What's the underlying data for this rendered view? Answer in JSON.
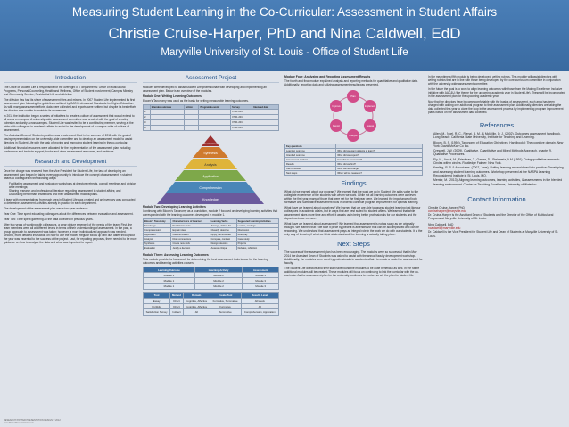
{
  "header": {
    "title": "Measuring Student Learning in the Co-Curricular: Assessment in Student Affairs",
    "authors": "Christie Cruise-Harper, PhD and Nina Caldwell, EdD",
    "affiliation": "Maryville University of St. Louis  - Office of Student Life"
  },
  "intro": {
    "heading": "Introduction",
    "p1": "The Office of Student Life is responsible for the oversight of 7 departments: Office of Multicultural Programs, Personal Counseling, Health and Wellness, Office of Student Involvement, Campus Ministry and Community Service, Residential Life and Athletics.",
    "p2": "The division has had its share of assessment tries and misses. In 2007 Student Life implemented its first assessment plan following the guidelines outlined by CAS Professional Standards for Higher Education. As with many assessment efforts, data were collected and reports were written, but despite its best efforts the division was unable to maintain its momentum.",
    "p3": "In 2011 the institution began a series of initiatives to create a culture of assessment that would extend to all areas on campus. A university-wide assessment committee was created with the goal of creating cohesion and unity across campus. Student Life was invited to be a contributing member, serving at the table with colleagues in academic affairs to assist in the development of a campus-wide of culture of assessment.",
    "p4": "The Assistant Dean of Students position was created and filled in the summer of 2011 with the goal of having representation on the university-wide committee and to develop an assessment model to assist directors in Student Life with the task of proving and improving student learning in the co-curricular.",
    "p5": "Additional financial resources were allocated for the implementation of the assessment plan including conference and institute support, books and other assessment resources, and webinars."
  },
  "research": {
    "heading": "Research and Development",
    "p1": "Once the charge was received from the Vice President for Student Life, the task of developing an assessment plan began by taking every opportunity to introduce the concept of assessment in student affairs to colleagues in the following ways:",
    "bullets": [
      "Facilitating assessment and evaluation workshops at directors retreats, council meetings and division wide meetings;",
      "Sharing research and professional literature regarding assessment in student affairs; and",
      "Discussing benchmark institutions and their assessment models/plans."
    ],
    "p2": "A team with representatives from each area in Student Life was created and an inventory was conducted to determine assessment activities already in practice in each department.",
    "p3": "The development of the assessment plan was a two year endeavor.",
    "p4": "Year One: Time spent educating colleagues about the differences between evaluation and assessment.",
    "p5": "Year Two: Time spent gathering all the data collected in previous years.",
    "p6": "After two years of working with colleagues, a clear picture emerged of the needs of the team. First, the team members were all at different levels in terms of their understanding of assessment. In the past, a group approach to assessment was taken; however, a more individualized approach was needed. Second, more detailed instruction on how to use the model. Regular follow up with due dates throughout the year was essential to the success of the project. Last, for reporting purposes, there needed to be more guidance on how to analyze the data and what was important to report."
  },
  "assessment": {
    "heading": "Assessment Project",
    "p1": "Modules were developed to assist Student Life professionals with developing and implementing an assessment plan. Below is an overview of the modules.",
    "m1_head": "Module One: Writing Learning Outcomes",
    "m1_text": "Bloom's Taxonomy was used as the basis for writing measurable learning outcomes.",
    "t1_headers": [
      "",
      "Intended outcome",
      "Action",
      "Program & event",
      "Survey",
      "Intended date"
    ],
    "t1_rows": [
      [
        "1.",
        "",
        "",
        "",
        "07.01.2013",
        ""
      ],
      [
        "2.",
        "",
        "",
        "",
        "07.01.2013",
        ""
      ],
      [
        "3.",
        "",
        "",
        "",
        "07.01.2013",
        ""
      ],
      [
        "4.",
        "",
        "",
        "",
        "07.01.2013",
        ""
      ]
    ],
    "pyramid_levels": [
      "Evaluation",
      "Synthesis",
      "Analysis",
      "Application",
      "Comprehension",
      "Knowledge"
    ],
    "m2_head": "Module Two: Developing Learning Activities",
    "m2_text": "Continuing with Bloom's Taxonomy as a foundation, module 2 focused on developing learning activities that corresponded with the learning outcomes developed in module 1.",
    "t2_headers": [
      "Bloom's Taxonomy",
      "Characteristics of Learners",
      "Learning Verbs",
      "Suggested Learning Activities"
    ],
    "t2_rows": [
      [
        "Knowledge",
        "Recall basic facts",
        "Arrange, define, list",
        "Lecture, readings"
      ],
      [
        "Comprehension",
        "Explain ideas",
        "Classify, describe",
        "Discussion"
      ],
      [
        "Application",
        "Use information",
        "Apply, demonstrate",
        "Role play"
      ],
      [
        "Analysis",
        "Draw connections",
        "Compare, contrast",
        "Case study"
      ],
      [
        "Synthesis",
        "Create new work",
        "Design, develop",
        "Projects"
      ],
      [
        "Evaluation",
        "Justify a decision",
        "Assess, critique",
        "Debates, reflection"
      ]
    ],
    "m3_head": "Module Three: Assessing Learning Outcomes",
    "m3_text": "This module provided a framework for determining the best assessment tools to use for the learning outcomes and learning activities chosen.",
    "t3_headers": [
      "Learning Outcome",
      "Learning Activity",
      "Assessment"
    ],
    "t3_rows": [
      [
        "Module 1",
        "Module 2",
        "Module 3"
      ],
      [
        "Module 1",
        "Module 2",
        "Module 3"
      ],
      [
        "Module 1",
        "Module 2",
        "Module 3"
      ]
    ],
    "t4_headers": [
      "Tool",
      "Method",
      "Domain",
      "Create Tool",
      "Results Level"
    ],
    "t4_rows": [
      [
        "Essay",
        "Direct",
        "Cognitive, Affective",
        "Formative, Summative",
        "All levels"
      ],
      [
        "Portfolio",
        "Direct",
        "Cognitive, Affective",
        "Formative",
        "All"
      ],
      [
        "Satisfaction Survey",
        "Indirect",
        "All",
        "Summative",
        "Comprehension, Application"
      ]
    ]
  },
  "module_four": {
    "heading": "Module Four: Analyzing and Reporting Assessment Results",
    "text": "The fourth and final module explained analysis and reporting methods for quantitative and qualitative data. Additionally, reporting data and utilizing assessment results was presented.",
    "cycle_labels": [
      "Plan",
      "Implement",
      "Assess",
      "Analyze",
      "Report",
      "Improve"
    ],
    "t5_headers": [
      "Key questions",
      ""
    ],
    "t5_rows": [
      [
        "Learning outcome",
        "What did we want students to learn?"
      ],
      [
        "Intended outcome",
        "What did we expect?"
      ],
      [
        "Assessment method",
        "How did we measure it?"
      ],
      [
        "Results",
        "What did we find?"
      ],
      [
        "Use of results",
        "What will we change?"
      ],
      [
        "Next steps",
        "When will we reassess?"
      ]
    ]
  },
  "findings": {
    "heading": "Findings",
    "p1": "What did we learned about our program? We learned that the work we do in Student Life adds value to the collegiate experience of the students with whom we work. While not all learning outcomes were achieved within the first year, many of those that were set for the first year were. We learned the importance of both formative and summative assessment tools in order to continue program improvement for optimal learning.",
    "p2": "What have we learned about ourselves? We learned that we are able to assess student learning just like our colleagues in academic affairs, but in ways that are best suited for student affairs. We learned that while assessment takes more time and effort, it assists us in being better professionals for our students and the departments we oversee.",
    "p3": "What have we learned about assessment? We learned that assessment is not as scary as we originally thought. We learned that if we take it piece by piece it is an endeavor that can be accomplished and can be rewarding. We understand that assessment plays an integral role in the work we do with our students. It is the only way of knowing if what we think students should be learning is actually taking place."
  },
  "next_steps": {
    "heading": "Next Steps",
    "p1": "The success of the assessment plan has been encouraging. The modules were so successful that in May 2014 the Assistant Dean of Students was asked to assist with the annual faculty development workshop. Additionally, the modules were used by professionals in academic affairs to create a model for assessment for faculty.",
    "p2": "The Student Life directors and their staff have found the modules to be quite beneficial as well. In the future additional modules will be created. These modules will focus on continuing to link the curricular with the co-curricular. As the assessment plan for the university continues to evolve, so will the plan for student life."
  },
  "col4": {
    "p1": "In the meantime a fifth module is being developed, writing rubrics. This module will assist directors with writing rubrics that are in line with those being developed by the core-curriculum committee in conjunction with the university-wide assessment committee.",
    "p2": "In the future the goal is to work to align learning outcomes with those from the Making Excellence Inclusive initiative with AAC&U (the theme for the upcoming academic year in Student Life). These will be incorporated in the assessment plan for the upcoming academic year.",
    "p3": "Now that the directors have become comfortable with the basics of assessment, each area has been charged with adding one additional program to their assessment plan. Additionally, directors are taking the data collected this year to close the loop in the assessment process by implementing program improvement plans based on the assessment data collected."
  },
  "references": {
    "heading": "References",
    "items": [
      "Allen, M., Noel, R. C., Rienzi, B. M., & McMillin, D. J. (2002). Outcomes assessment handbook. Long Beach: California State University, Institute for Teaching and Learning.",
      "Bloom, B. S. (1956). Taxonomy of Education Objectives: Handbook I: The cognitive domain. New York: David McKay Co Inc.",
      "Creswell, J.W. (2009). Qualitative, Quantitative and Mixed Methods Approach, chapter 9, Qualitative Procedures.",
      "Ely, M., Anzul, M., Friedman, T., Garner, D., Steinmetz, A.M.(1991). Doing qualitative research: Circles within circles. Routledge Falmer: New York.",
      "Keeling, R. P. & Associates. (2007, June). Putting learning reconsidered into practice: Developing and assessing student learning outcomes. Workshop presented at the NASPA Learning Reconsidered Institute in St. Louis, MO.",
      "Mentor, M. (2013). Aligning learning outcomes, learning activities, & assessments in the blended learning environment. Centre for Teaching Excellence, University of Waterloo."
    ]
  },
  "contact": {
    "heading": "Contact Information",
    "name1": "Christie Cruise-Harper, PhD",
    "email1": "ccruiseharper@maryville.edu",
    "bio1": "Dr. Cruise-Harper is the Assistant Dean of Students and the Director of the Office of Multicultural Programs at Maryville University of St. Louis.",
    "name2": "Nina Caldwell, EdD",
    "email2": "ncaldwell@maryville.edu",
    "bio2": "Dr. Caldwell is the Vice President for Student Life and Dean of Students at Maryville University of St. Louis."
  },
  "footer": {
    "text": "RESEARCH POSTER PRESENTATION DESIGN © 2012 www.PosterPresentations.com"
  }
}
